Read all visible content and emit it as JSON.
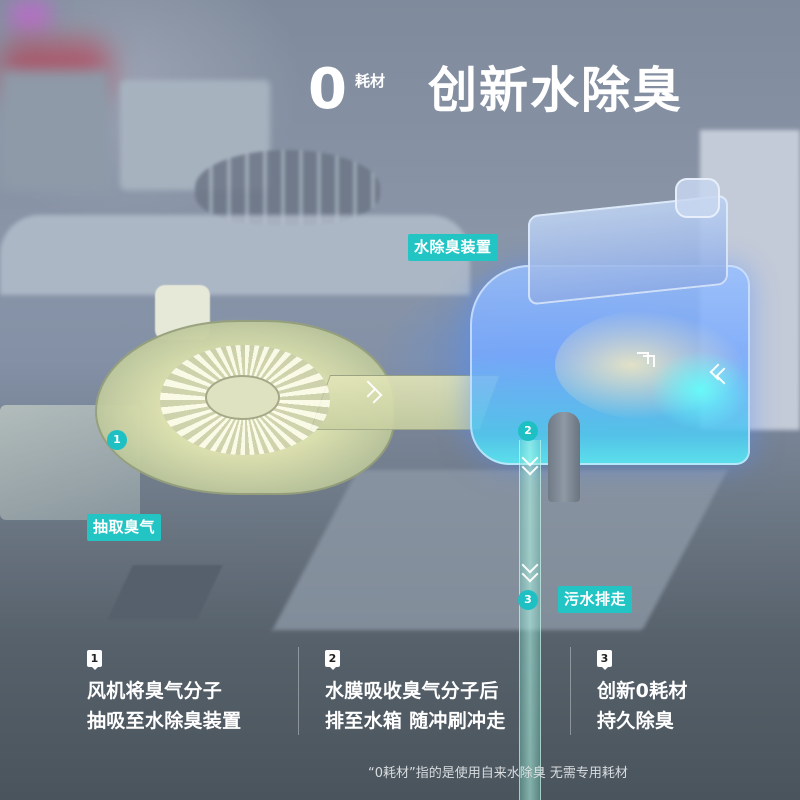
{
  "header": {
    "zero": "0",
    "zero_suffix": "耗材",
    "title": "创新水除臭"
  },
  "callouts": {
    "device_label": "水除臭装置",
    "extract_label": "抽取臭气",
    "drain_label": "污水排走"
  },
  "markers": [
    {
      "number": "1"
    },
    {
      "number": "2"
    },
    {
      "number": "3"
    }
  ],
  "steps": [
    {
      "number": "1",
      "line1": "风机将臭气分子",
      "line2": "抽吸至水除臭装置"
    },
    {
      "number": "2",
      "line1": "水膜吸收臭气分子后",
      "line2": "排至水箱 随冲刷冲走"
    },
    {
      "number": "3",
      "line1": "创新0耗材",
      "line2": "持久除臭"
    }
  ],
  "footnote": "“0耗材”指的是使用自来水除臭 无需专用耗材",
  "colors": {
    "accent_teal": "#22c4c4",
    "text_white": "#ffffff",
    "airflow_yellow": "#e6e8b0",
    "water_blue": "#6aa6ff"
  },
  "icons": {
    "flow_arrow": "chevron-arrow-icon"
  }
}
